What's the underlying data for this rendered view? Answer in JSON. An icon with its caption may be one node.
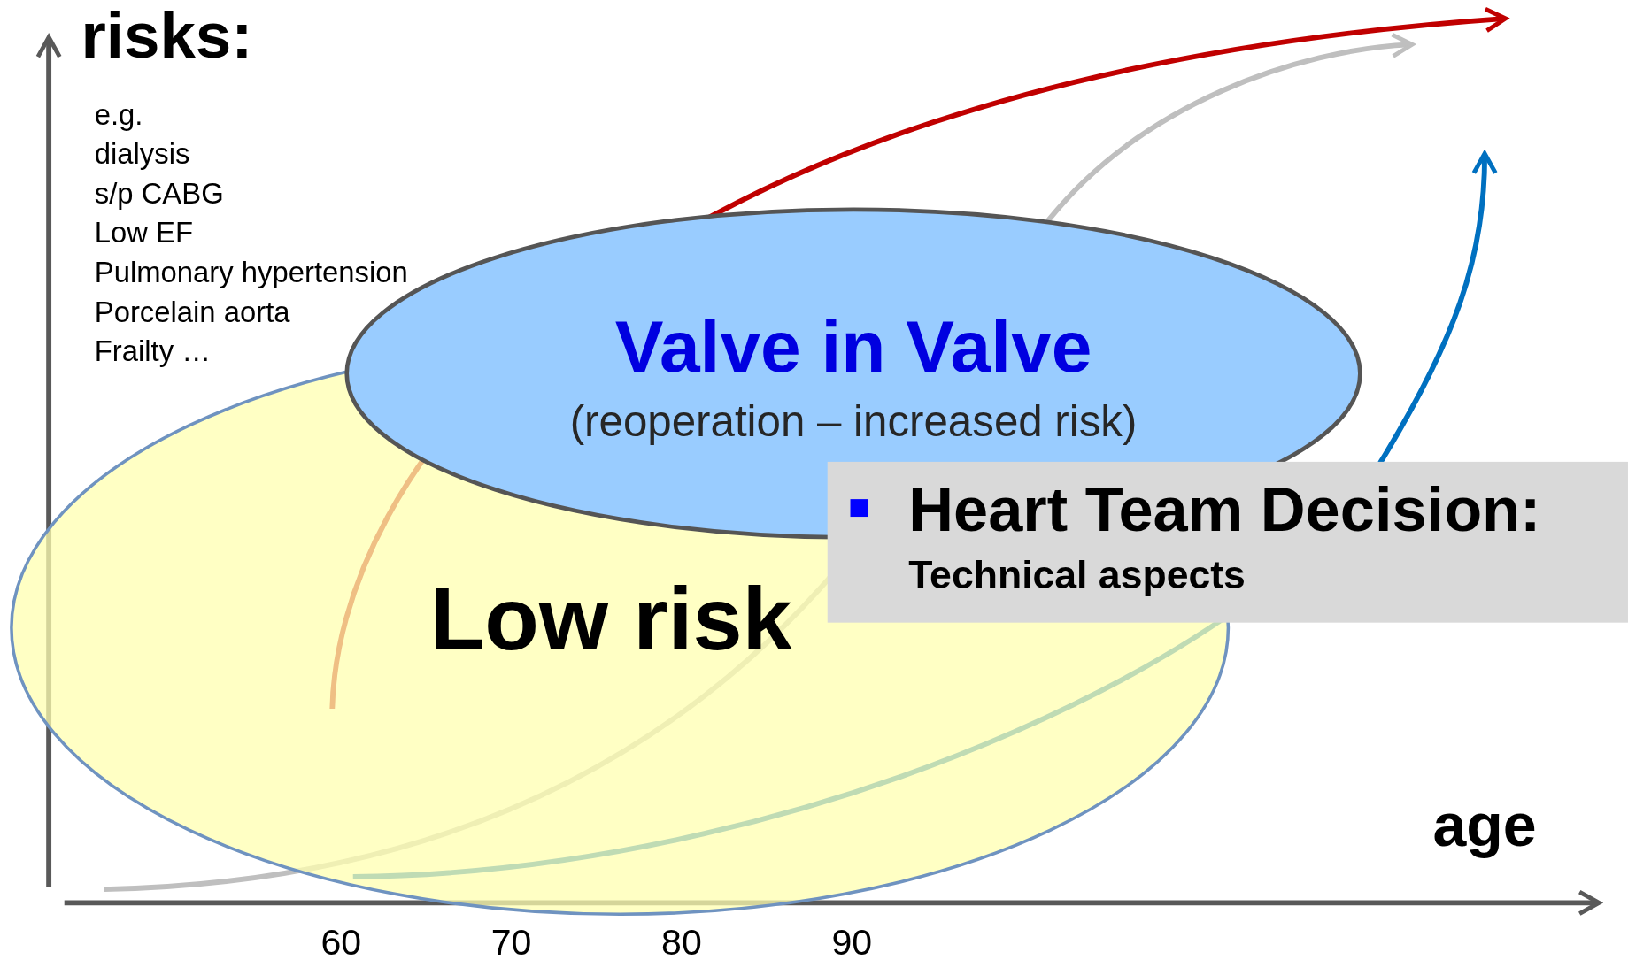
{
  "diagram": {
    "nodes": [
      {
        "text": [
          "Low risk"
        ]
      },
      {
        "text": [
          "Valve in Valve",
          "(reoperation – increased risk)"
        ]
      },
      {
        "text": [
          "Heart Team Decision:",
          "Technical aspects"
        ]
      }
    ],
    "labels": [
      "risks:",
      "e.g.",
      "dialysis",
      "s/p CABG",
      "Low EF",
      "Pulmonary hypertension",
      "Porcelain aorta",
      "Frailty …",
      "age",
      "60",
      "70",
      "80",
      "90"
    ]
  }
}
